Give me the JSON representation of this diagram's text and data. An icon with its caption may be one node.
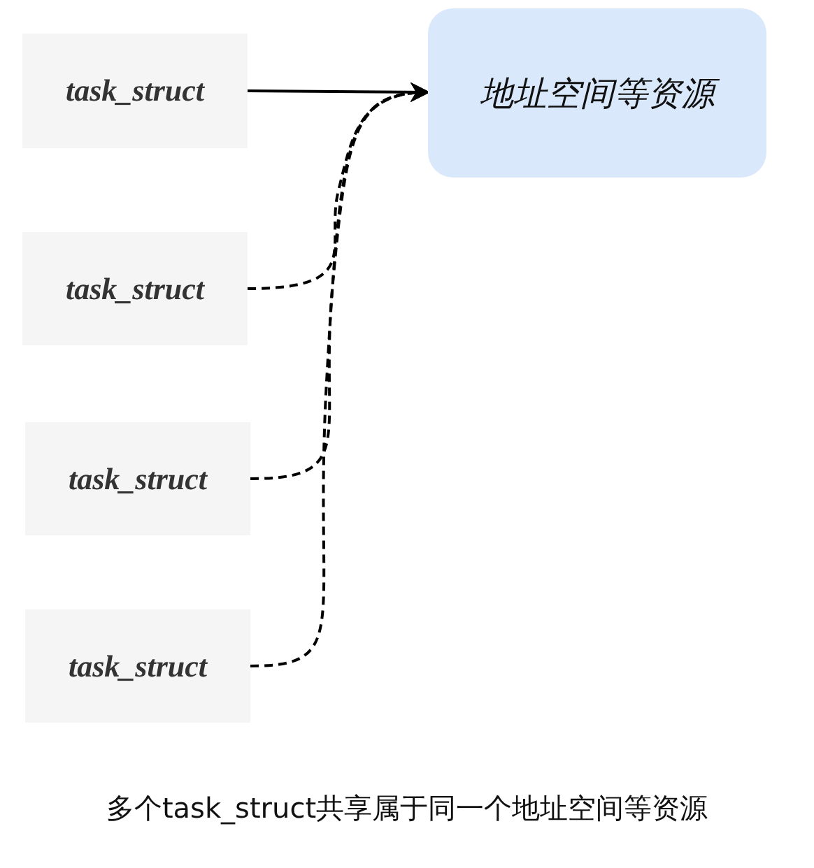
{
  "diagram": {
    "caption": "多个task_struct共享属于同一个地址空间等资源",
    "nodes": [
      {
        "text": [
          "task_struct"
        ]
      },
      {
        "text": [
          "task_struct"
        ]
      },
      {
        "text": [
          "task_struct"
        ]
      },
      {
        "text": [
          "task_struct"
        ]
      },
      {
        "text": [
          "地址空间等资源"
        ]
      }
    ],
    "edges": [
      {
        "from": 0,
        "to": 4,
        "arrow": "to"
      },
      {
        "from": 1,
        "to": 4,
        "arrow": "to",
        "style": "dashed"
      },
      {
        "from": 2,
        "to": 4,
        "arrow": "to",
        "style": "dashed"
      },
      {
        "from": 3,
        "to": 4,
        "arrow": "to",
        "style": "dashed"
      }
    ]
  }
}
